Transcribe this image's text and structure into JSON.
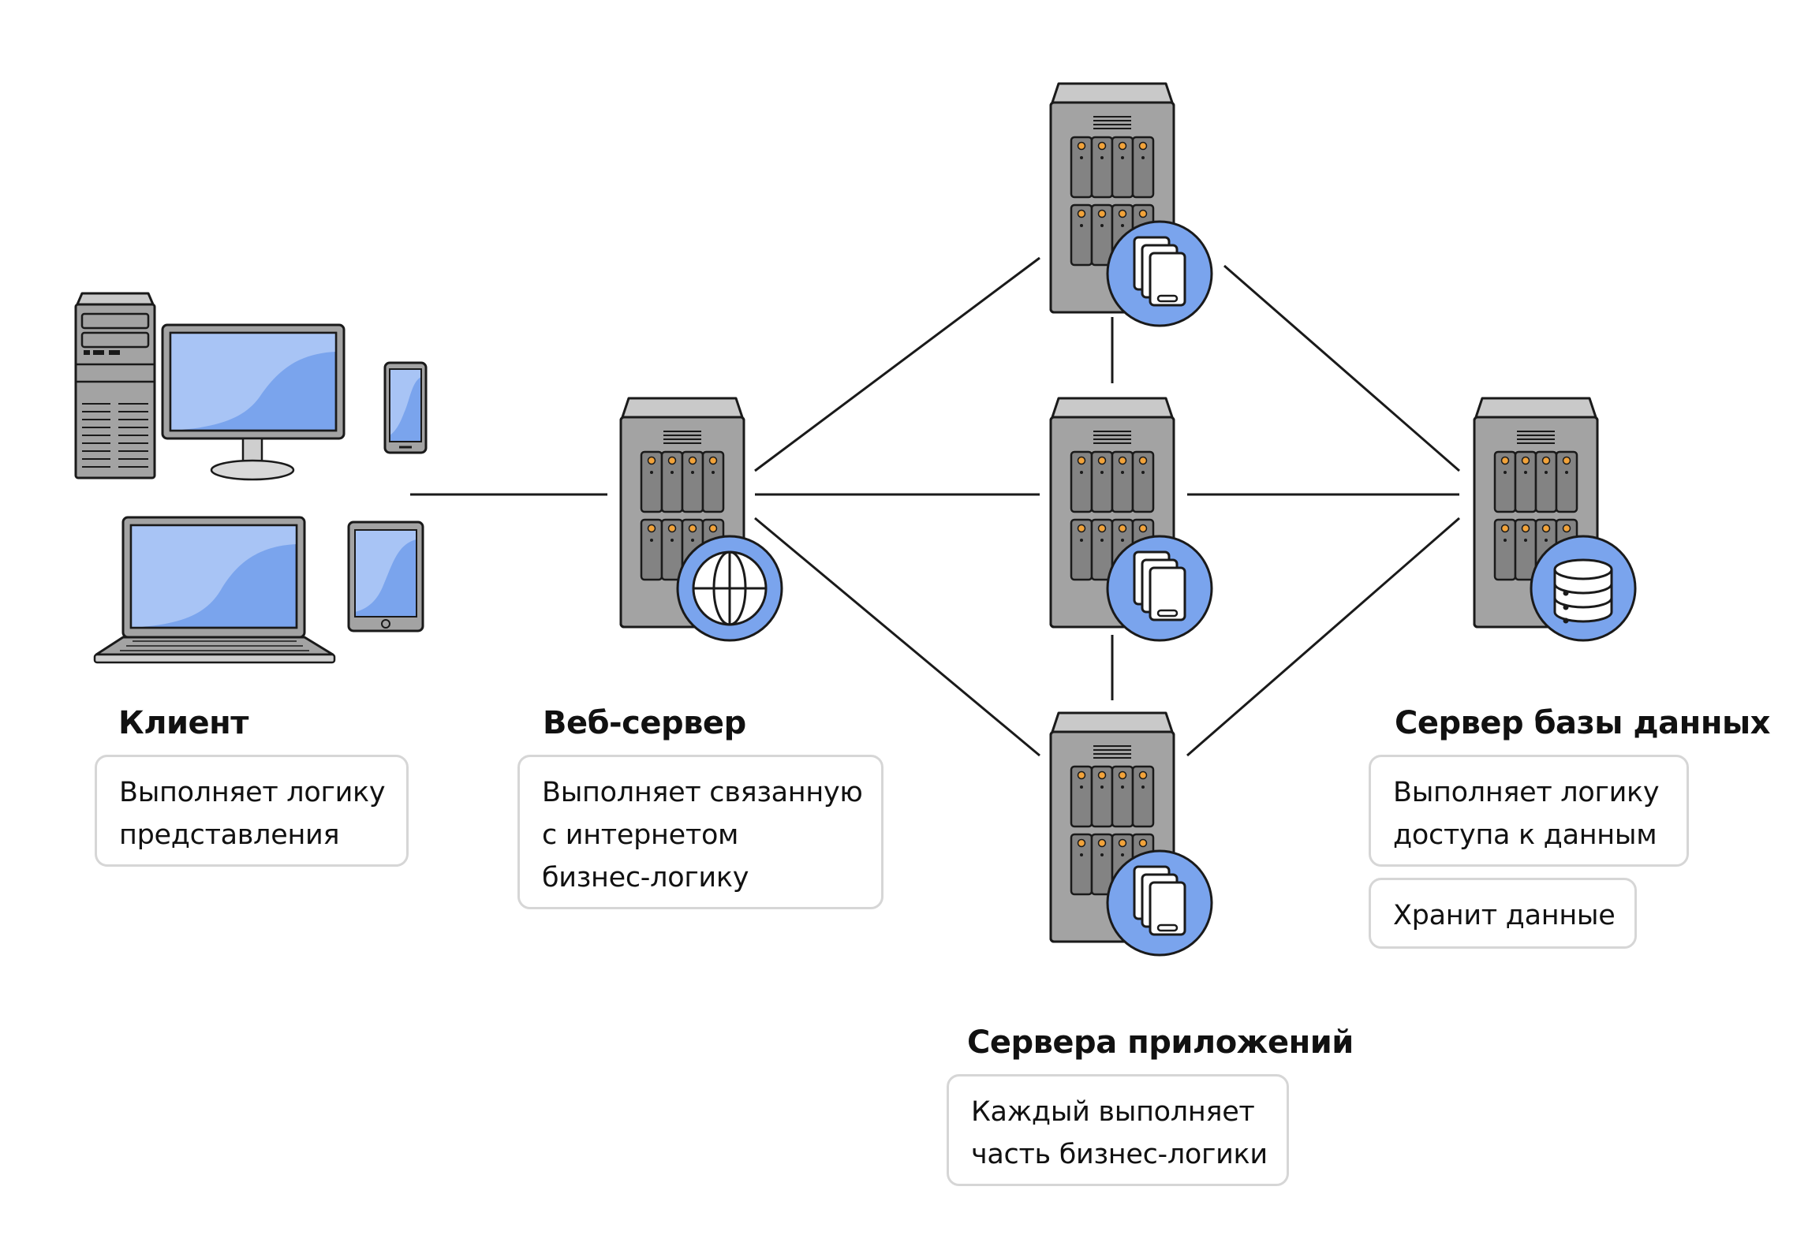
{
  "colors": {
    "accent": "#7aa4ed",
    "accent_light": "#a8c4f5",
    "server_gray": "#a3a3a3",
    "server_dark": "#838383",
    "drive_led": "#f2a33a",
    "line": "#1a1a1a",
    "box_border": "#d6d6d6"
  },
  "client": {
    "heading": "Клиент",
    "lines": [
      "Выполняет логику",
      "представления"
    ],
    "icons": [
      "desktop-tower-icon",
      "monitor-icon",
      "smartphone-icon",
      "laptop-icon",
      "tablet-icon"
    ]
  },
  "web_server": {
    "heading": "Веб-сервер",
    "lines": [
      "Выполняет связанную",
      "с интернетом",
      "бизнес-логику"
    ],
    "icon": "globe-icon"
  },
  "app_servers": {
    "heading": "Сервера приложений",
    "lines": [
      "Каждый выполняет",
      "часть бизнес-логики"
    ],
    "icon": "documents-icon"
  },
  "db_server": {
    "heading": "Сервер базы данных",
    "lines": [
      "Выполняет логику",
      "доступа к данным"
    ],
    "lines2": [
      "Хранит данные"
    ],
    "icon": "database-icon"
  }
}
